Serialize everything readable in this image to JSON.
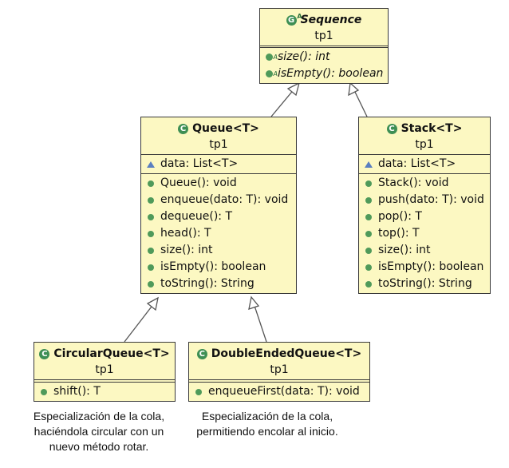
{
  "classes": {
    "sequence": {
      "name": "Sequence",
      "package": "tp1",
      "methods": [
        "size(): int",
        "isEmpty(): boolean"
      ]
    },
    "queue": {
      "name": "Queue<T>",
      "package": "tp1",
      "attributes": [
        "data: List<T>"
      ],
      "methods": [
        "Queue(): void",
        "enqueue(dato: T): void",
        "dequeue(): T",
        "head(): T",
        "size(): int",
        "isEmpty(): boolean",
        "toString(): String"
      ]
    },
    "stack": {
      "name": "Stack<T>",
      "package": "tp1",
      "attributes": [
        "data: List<T>"
      ],
      "methods": [
        "Stack(): void",
        "push(dato: T): void",
        "pop(): T",
        "top(): T",
        "size(): int",
        "isEmpty(): boolean",
        "toString(): String"
      ]
    },
    "circular_queue": {
      "name": "CircularQueue<T>",
      "package": "tp1",
      "methods": [
        "shift(): T"
      ]
    },
    "double_ended_queue": {
      "name": "DoubleEndedQueue<T>",
      "package": "tp1",
      "methods": [
        "enqueueFirst(data: T): void"
      ]
    }
  },
  "captions": {
    "circular_queue": [
      "Especialización de la cola,",
      "haciéndola circular con un",
      "nuevo método rotar."
    ],
    "double_ended_queue": [
      "Especialización de la cola,",
      "permitiendo encolar al inicio."
    ]
  },
  "icons": {
    "class": "class-icon",
    "abstract_class": "abstract-class-icon",
    "public_method": "public-method-icon",
    "package_attribute": "package-field-icon",
    "abstract_method": "abstract-method-icon"
  },
  "colors": {
    "box_fill": "#fcf8c2",
    "border": "#3a3a3a",
    "icon_green": "#3e8f54"
  }
}
